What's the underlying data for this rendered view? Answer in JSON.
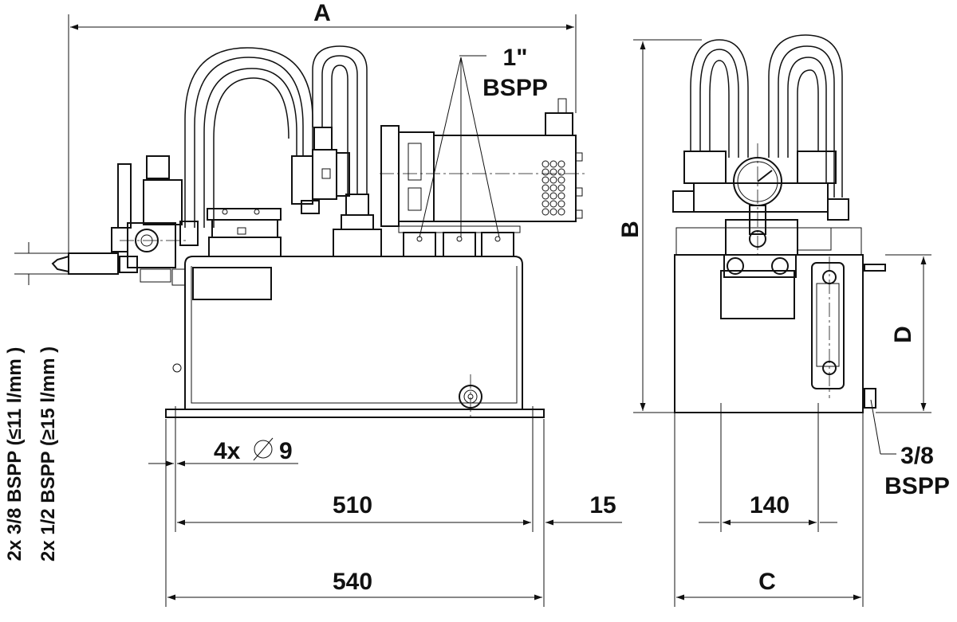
{
  "dimensions": {
    "a": "A",
    "b": "B",
    "c": "C",
    "d": "D",
    "width_510": "510",
    "width_540": "540",
    "offset_15": "15",
    "width_140": "140"
  },
  "callouts": {
    "holes": "4x",
    "hole_diameter": "9",
    "port_top_size": "1\"",
    "port_top_thread": "BSPP",
    "drain_size": "3/8",
    "drain_thread": "BSPP",
    "outlet_small": "2x 3/8 BSPP (≤11 l/mm )",
    "outlet_large": "2x 1/2 BSPP (≥15 l/mm )"
  }
}
